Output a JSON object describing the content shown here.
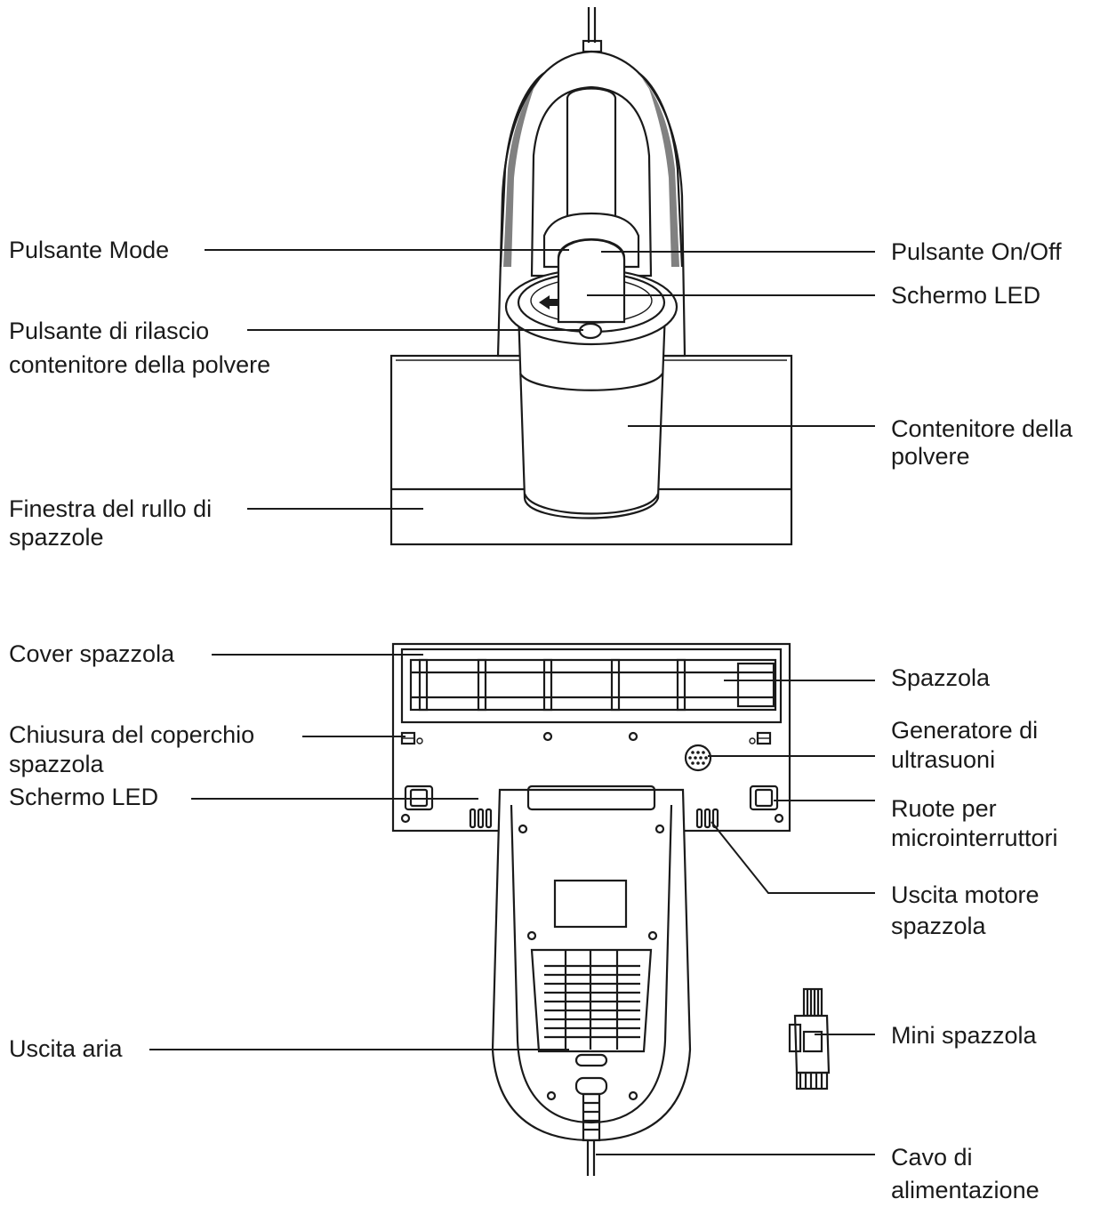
{
  "labels": {
    "pulsante_mode": "Pulsante Mode",
    "pulsante_rilascio": [
      "Pulsante di rilascio",
      "contenitore della polvere"
    ],
    "finestra_rullo": [
      "Finestra del rullo di",
      "spazzole"
    ],
    "pulsante_onoff": "Pulsante On/Off",
    "schermo_led_top": "Schermo LED",
    "contenitore_polvere": [
      "Contenitore della",
      "polvere"
    ],
    "cover_spazzola": "Cover spazzola",
    "chiusura_coperchio": [
      "Chiusura del coperchio",
      "spazzola"
    ],
    "schermo_led_bottom": "Schermo LED",
    "uscita_aria": "Uscita aria",
    "spazzola": "Spazzola",
    "generatore": [
      "Generatore di",
      "ultrasuoni"
    ],
    "ruote": [
      "Ruote per",
      "microinterruttori"
    ],
    "uscita_motore": [
      "Uscita motore",
      "spazzola"
    ],
    "mini_spazzola": "Mini spazzola",
    "cavo": [
      "Cavo di",
      "alimentazione"
    ]
  }
}
